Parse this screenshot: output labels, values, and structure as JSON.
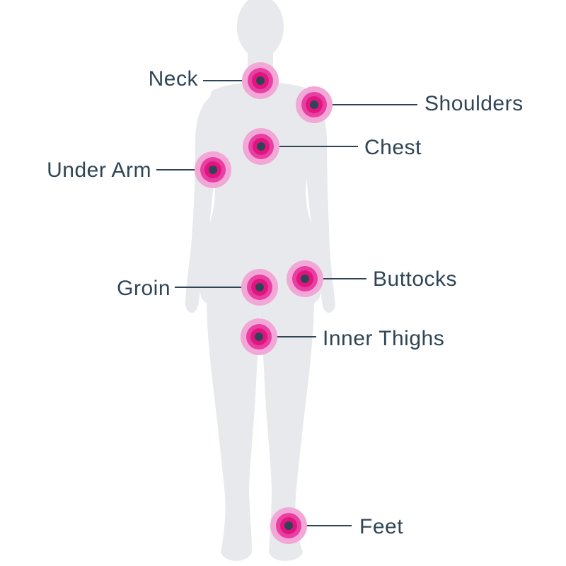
{
  "colors": {
    "background": "#ffffff",
    "silhouette": "#e8e9ec",
    "label_text": "#2f4556",
    "leader_line": "#2f4556",
    "marker_outer": "#f2a8d6",
    "marker_mid": "#ea3fa2",
    "marker_inner": "#e0157f",
    "marker_center": "#2f4556"
  },
  "regions": [
    {
      "id": "neck",
      "label": "Neck"
    },
    {
      "id": "shoulders",
      "label": "Shoulders"
    },
    {
      "id": "chest",
      "label": "Chest"
    },
    {
      "id": "under-arm",
      "label": "Under Arm"
    },
    {
      "id": "groin",
      "label": "Groin"
    },
    {
      "id": "buttocks",
      "label": "Buttocks"
    },
    {
      "id": "inner-thighs",
      "label": "Inner Thighs"
    },
    {
      "id": "feet",
      "label": "Feet"
    }
  ]
}
